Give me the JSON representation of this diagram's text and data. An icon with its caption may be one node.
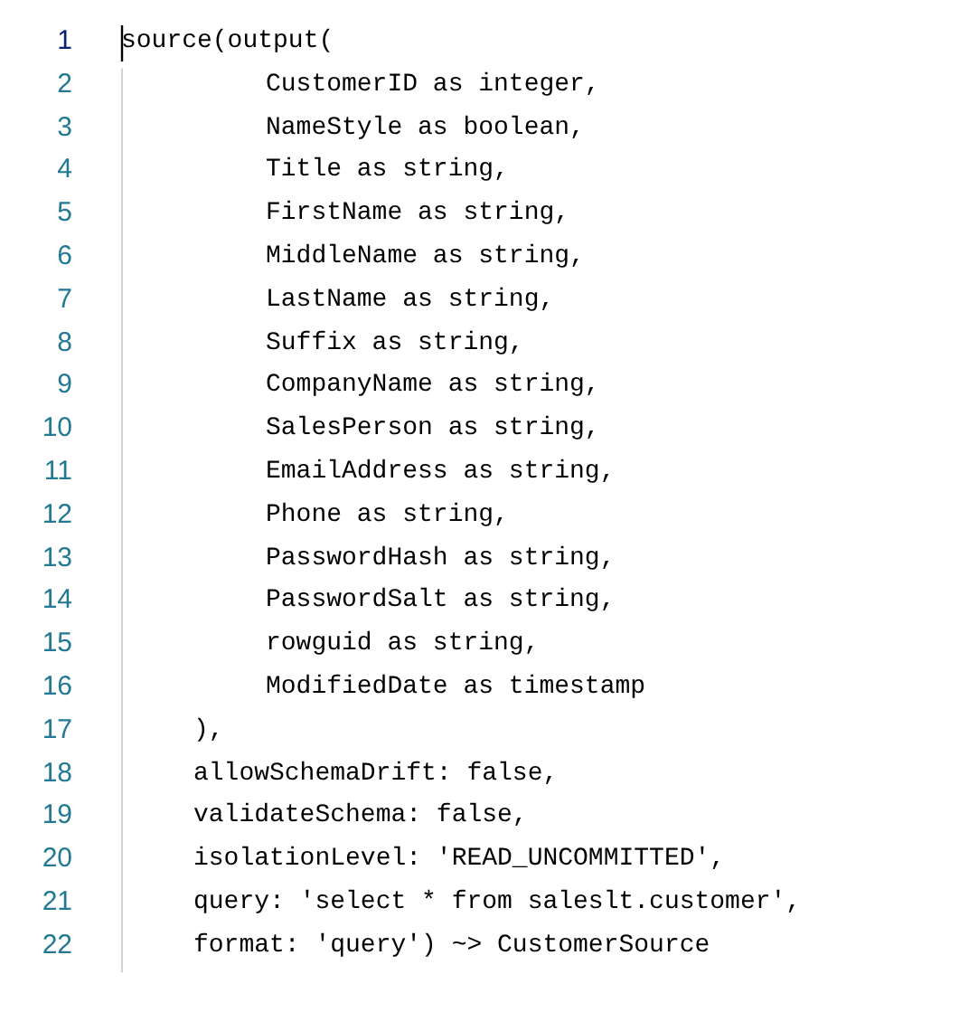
{
  "diagram": {
    "labels": [
      "1",
      "source(output(",
      "2",
      "CustomerID as integer,",
      "3",
      "NameStyle as boolean,",
      "4",
      "Title as string,",
      "5",
      "FirstName as string,",
      "6",
      "MiddleName as string,",
      "7",
      "LastName as string,",
      "8",
      "Suffix as string,",
      "9",
      "CompanyName as string,",
      "10",
      "SalesPerson as string,",
      "11",
      "EmailAddress as string,",
      "12",
      "Phone as string,",
      "13",
      "PasswordHash as string,",
      "14",
      "PasswordSalt as string,",
      "15",
      "rowguid as string,",
      "16",
      "ModifiedDate as timestamp",
      "17",
      "),",
      "18",
      "allowSchemaDrift: false,",
      "19",
      "validateSchema: false,",
      "20",
      "isolationLevel: 'READ_UNCOMMITTED',",
      "21",
      "query: 'select * from saleslt.customer',",
      "22",
      "format: 'query') ~> CustomerSource"
    ]
  }
}
